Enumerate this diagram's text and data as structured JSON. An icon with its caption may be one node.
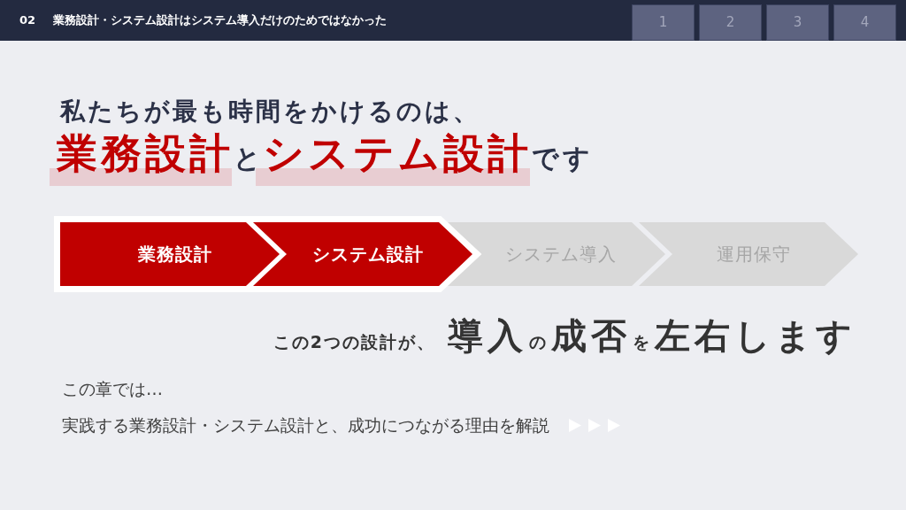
{
  "diagram": {
    "title": "業務設計・システム設計はシステム導入だけのためではなかった",
    "nodes": [
      {
        "text": [
          "業務設計"
        ]
      },
      {
        "text": [
          "システム設計"
        ]
      },
      {
        "text": [
          "システム導入"
        ]
      },
      {
        "text": [
          "運用保守"
        ]
      }
    ],
    "labels": [
      "02",
      "1",
      "2",
      "3",
      "4",
      "私たちが最も時間をかけるのは、",
      "業務設計",
      "と",
      "システム設計",
      "です",
      "この2つの設計が、",
      "導入",
      "の",
      "成否",
      "を",
      "左右します",
      "この章では…",
      "実践する業務設計・システム設計と、成功につながる理由を解説"
    ]
  }
}
